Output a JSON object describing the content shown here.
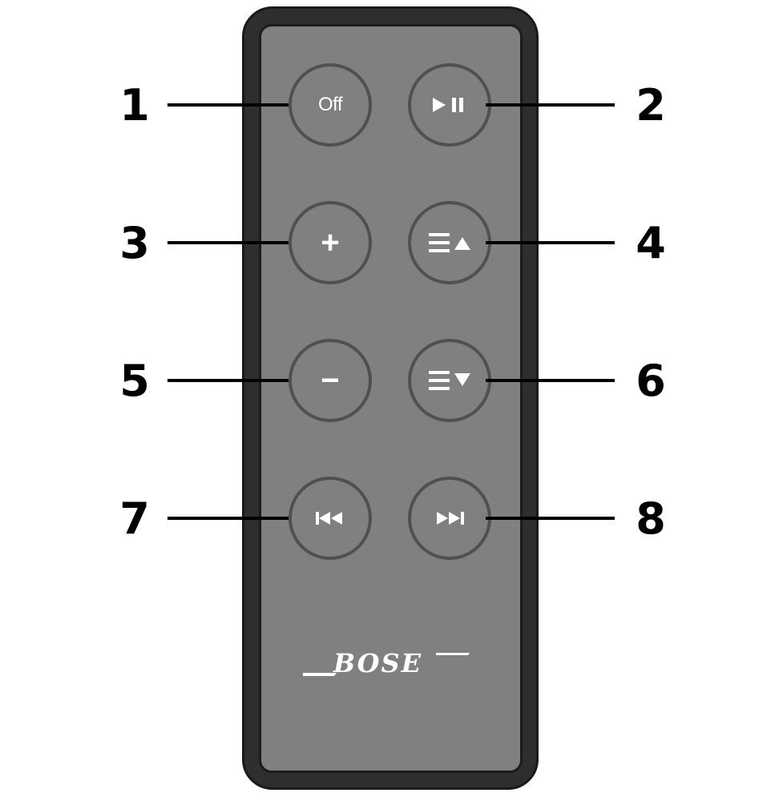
{
  "remote": {
    "brand": "BOSE",
    "body_color": "#2e2e2e",
    "face_color": "#808080",
    "button_ring_color": "#505050",
    "label_color": "#ffffff",
    "buttons": [
      {
        "callout": "1",
        "label": "Off",
        "icon": "power-off-text"
      },
      {
        "callout": "2",
        "label": "",
        "icon": "play-pause-icon"
      },
      {
        "callout": "3",
        "label": "+",
        "icon": "plus-icon"
      },
      {
        "callout": "4",
        "label": "",
        "icon": "list-up-icon"
      },
      {
        "callout": "5",
        "label": "−",
        "icon": "minus-icon"
      },
      {
        "callout": "6",
        "label": "",
        "icon": "list-down-icon"
      },
      {
        "callout": "7",
        "label": "",
        "icon": "skip-back-icon"
      },
      {
        "callout": "8",
        "label": "",
        "icon": "skip-forward-icon"
      }
    ]
  }
}
